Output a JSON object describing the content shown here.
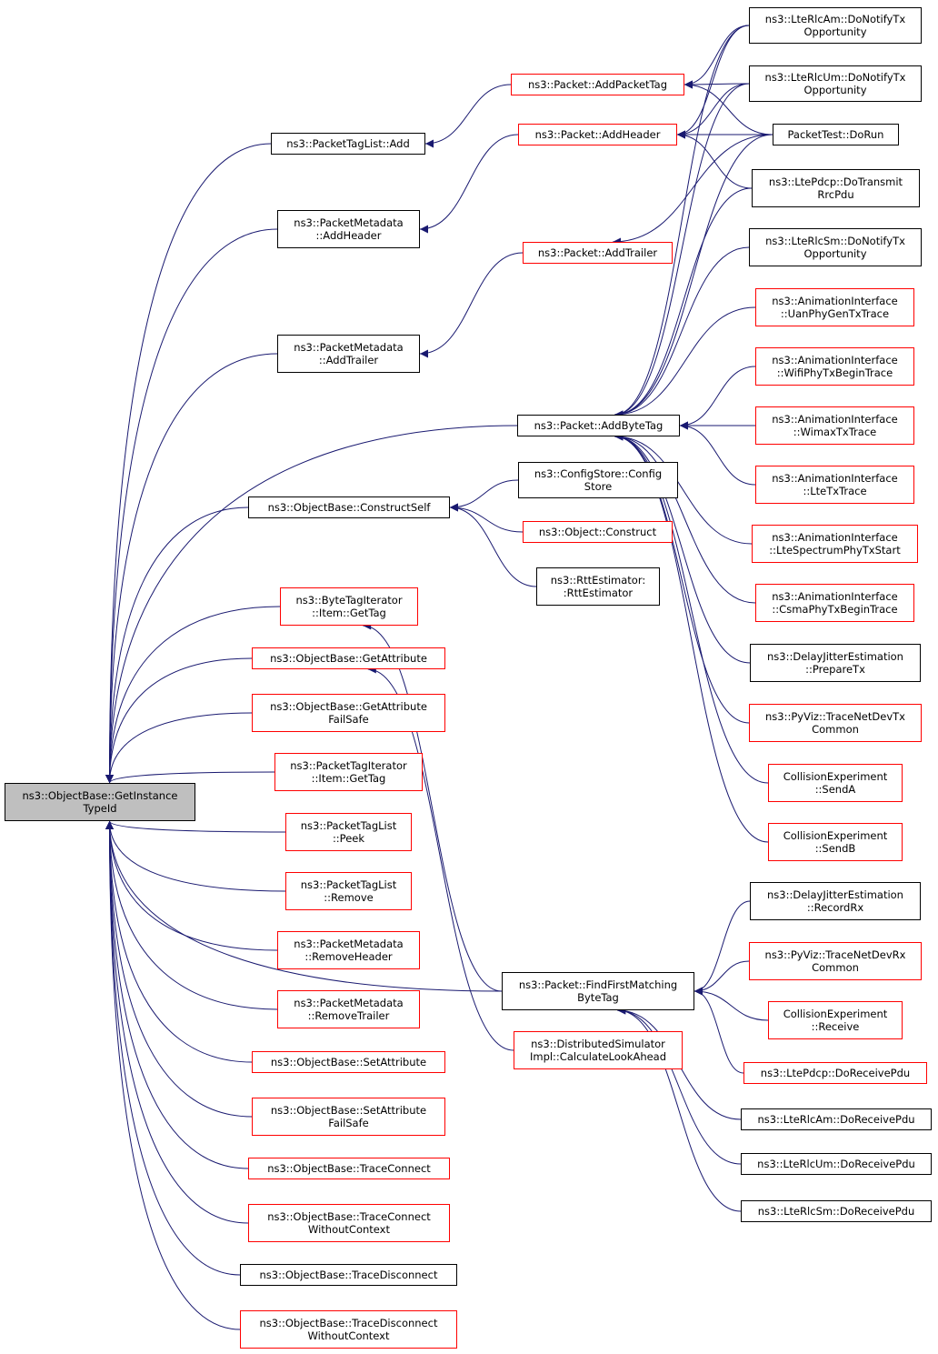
{
  "colors": {
    "edge": "#191970",
    "node_border": "#000000",
    "link_node_border": "#ff0000",
    "root_fill": "#bfbfbf"
  },
  "root": {
    "id": "root",
    "label": "ns3::ObjectBase::GetInstance\nTypeId"
  },
  "nodes": [
    {
      "id": "ptl_add",
      "label": "ns3::PacketTagList::Add",
      "style": "black"
    },
    {
      "id": "pm_addheader",
      "label": "ns3::PacketMetadata\n::AddHeader",
      "style": "black"
    },
    {
      "id": "pm_addtrailer",
      "label": "ns3::PacketMetadata\n::AddTrailer",
      "style": "black"
    },
    {
      "id": "ob_constructself",
      "label": "ns3::ObjectBase::ConstructSelf",
      "style": "black"
    },
    {
      "id": "bti_gettag",
      "label": "ns3::ByteTagIterator\n::Item::GetTag",
      "style": "red"
    },
    {
      "id": "ob_getattr",
      "label": "ns3::ObjectBase::GetAttribute",
      "style": "red"
    },
    {
      "id": "ob_getattrfs",
      "label": "ns3::ObjectBase::GetAttribute\nFailSafe",
      "style": "red"
    },
    {
      "id": "pti_gettag",
      "label": "ns3::PacketTagIterator\n::Item::GetTag",
      "style": "red"
    },
    {
      "id": "ptl_peek",
      "label": "ns3::PacketTagList\n::Peek",
      "style": "red"
    },
    {
      "id": "ptl_remove",
      "label": "ns3::PacketTagList\n::Remove",
      "style": "red"
    },
    {
      "id": "pm_removeheader",
      "label": "ns3::PacketMetadata\n::RemoveHeader",
      "style": "red"
    },
    {
      "id": "pm_removetrailer",
      "label": "ns3::PacketMetadata\n::RemoveTrailer",
      "style": "red"
    },
    {
      "id": "ob_setattr",
      "label": "ns3::ObjectBase::SetAttribute",
      "style": "red"
    },
    {
      "id": "ob_setattrfs",
      "label": "ns3::ObjectBase::SetAttribute\nFailSafe",
      "style": "red"
    },
    {
      "id": "ob_traceconnect",
      "label": "ns3::ObjectBase::TraceConnect",
      "style": "red"
    },
    {
      "id": "ob_traceconnectwc",
      "label": "ns3::ObjectBase::TraceConnect\nWithoutContext",
      "style": "red"
    },
    {
      "id": "ob_tracedisconnect",
      "label": "ns3::ObjectBase::TraceDisconnect",
      "style": "black"
    },
    {
      "id": "ob_tracedisconnectwc",
      "label": "ns3::ObjectBase::TraceDisconnect\nWithoutContext",
      "style": "red"
    },
    {
      "id": "p_addpackettag",
      "label": "ns3::Packet::AddPacketTag",
      "style": "red"
    },
    {
      "id": "p_addheader",
      "label": "ns3::Packet::AddHeader",
      "style": "red"
    },
    {
      "id": "p_addtrailer",
      "label": "ns3::Packet::AddTrailer",
      "style": "red"
    },
    {
      "id": "p_addbytetag",
      "label": "ns3::Packet::AddByteTag",
      "style": "black"
    },
    {
      "id": "cs_configstore",
      "label": "ns3::ConfigStore::Config\nStore",
      "style": "black"
    },
    {
      "id": "o_construct",
      "label": "ns3::Object::Construct",
      "style": "red"
    },
    {
      "id": "rtt_est",
      "label": "ns3::RttEstimator:\n:RttEstimator",
      "style": "black"
    },
    {
      "id": "p_ffmbt",
      "label": "ns3::Packet::FindFirstMatching\nByteTag",
      "style": "black"
    },
    {
      "id": "dsi_cla",
      "label": "ns3::DistributedSimulator\nImpl::CalculateLookAhead",
      "style": "red"
    },
    {
      "id": "lterlcam_dnto",
      "label": "ns3::LteRlcAm::DoNotifyTx\nOpportunity",
      "style": "black"
    },
    {
      "id": "lterlcum_dnto",
      "label": "ns3::LteRlcUm::DoNotifyTx\nOpportunity",
      "style": "black"
    },
    {
      "id": "packettest_dorun",
      "label": "PacketTest::DoRun",
      "style": "black"
    },
    {
      "id": "ltepdcp_dtrp",
      "label": "ns3::LtePdcp::DoTransmit\nRrcPdu",
      "style": "black"
    },
    {
      "id": "lterlcsm_dnto",
      "label": "ns3::LteRlcSm::DoNotifyTx\nOpportunity",
      "style": "black"
    },
    {
      "id": "ai_uan",
      "label": "ns3::AnimationInterface\n::UanPhyGenTxTrace",
      "style": "red"
    },
    {
      "id": "ai_wifi",
      "label": "ns3::AnimationInterface\n::WifiPhyTxBeginTrace",
      "style": "red"
    },
    {
      "id": "ai_wimax",
      "label": "ns3::AnimationInterface\n::WimaxTxTrace",
      "style": "red"
    },
    {
      "id": "ai_lte",
      "label": "ns3::AnimationInterface\n::LteTxTrace",
      "style": "red"
    },
    {
      "id": "ai_ltespec",
      "label": "ns3::AnimationInterface\n::LteSpectrumPhyTxStart",
      "style": "red"
    },
    {
      "id": "ai_csma",
      "label": "ns3::AnimationInterface\n::CsmaPhyTxBeginTrace",
      "style": "red"
    },
    {
      "id": "dje_preparetx",
      "label": "ns3::DelayJitterEstimation\n::PrepareTx",
      "style": "black"
    },
    {
      "id": "pyviz_tndtc",
      "label": "ns3::PyViz::TraceNetDevTx\nCommon",
      "style": "red"
    },
    {
      "id": "ce_senda",
      "label": "CollisionExperiment\n::SendA",
      "style": "red"
    },
    {
      "id": "ce_sendb",
      "label": "CollisionExperiment\n::SendB",
      "style": "red"
    },
    {
      "id": "dje_recordrx",
      "label": "ns3::DelayJitterEstimation\n::RecordRx",
      "style": "black"
    },
    {
      "id": "pyviz_tndrc",
      "label": "ns3::PyViz::TraceNetDevRx\nCommon",
      "style": "red"
    },
    {
      "id": "ce_receive",
      "label": "CollisionExperiment\n::Receive",
      "style": "red"
    },
    {
      "id": "ltepdcp_drp",
      "label": "ns3::LtePdcp::DoReceivePdu",
      "style": "red"
    },
    {
      "id": "lterlcam_drp",
      "label": "ns3::LteRlcAm::DoReceivePdu",
      "style": "black"
    },
    {
      "id": "lterlcum_drp",
      "label": "ns3::LteRlcUm::DoReceivePdu",
      "style": "black"
    },
    {
      "id": "lterlcsm_drp",
      "label": "ns3::LteRlcSm::DoReceivePdu",
      "style": "black"
    }
  ],
  "edges": [
    [
      "ptl_add",
      "root"
    ],
    [
      "pm_addheader",
      "root"
    ],
    [
      "pm_addtrailer",
      "root"
    ],
    [
      "ob_constructself",
      "root"
    ],
    [
      "bti_gettag",
      "root"
    ],
    [
      "ob_getattr",
      "root"
    ],
    [
      "ob_getattrfs",
      "root"
    ],
    [
      "pti_gettag",
      "root"
    ],
    [
      "ptl_peek",
      "root"
    ],
    [
      "ptl_remove",
      "root"
    ],
    [
      "pm_removeheader",
      "root"
    ],
    [
      "pm_removetrailer",
      "root"
    ],
    [
      "ob_setattr",
      "root"
    ],
    [
      "ob_setattrfs",
      "root"
    ],
    [
      "ob_traceconnect",
      "root"
    ],
    [
      "ob_traceconnectwc",
      "root"
    ],
    [
      "ob_tracedisconnect",
      "root"
    ],
    [
      "ob_tracedisconnectwc",
      "root"
    ],
    [
      "p_addbytetag",
      "root"
    ],
    [
      "p_ffmbt",
      "root"
    ],
    [
      "p_addpackettag",
      "ptl_add"
    ],
    [
      "p_addheader",
      "pm_addheader"
    ],
    [
      "p_addtrailer",
      "pm_addtrailer"
    ],
    [
      "cs_configstore",
      "ob_constructself"
    ],
    [
      "o_construct",
      "ob_constructself"
    ],
    [
      "rtt_est",
      "ob_constructself"
    ],
    [
      "p_ffmbt",
      "bti_gettag"
    ],
    [
      "dsi_cla",
      "ob_getattr"
    ],
    [
      "lterlcam_dnto",
      "p_addpackettag"
    ],
    [
      "lterlcum_dnto",
      "p_addpackettag"
    ],
    [
      "packettest_dorun",
      "p_addpackettag"
    ],
    [
      "lterlcam_dnto",
      "p_addheader"
    ],
    [
      "lterlcum_dnto",
      "p_addheader"
    ],
    [
      "packettest_dorun",
      "p_addheader"
    ],
    [
      "ltepdcp_dtrp",
      "p_addheader"
    ],
    [
      "packettest_dorun",
      "p_addtrailer"
    ],
    [
      "lterlcam_dnto",
      "p_addbytetag"
    ],
    [
      "lterlcum_dnto",
      "p_addbytetag"
    ],
    [
      "packettest_dorun",
      "p_addbytetag"
    ],
    [
      "ltepdcp_dtrp",
      "p_addbytetag"
    ],
    [
      "lterlcsm_dnto",
      "p_addbytetag"
    ],
    [
      "ai_uan",
      "p_addbytetag"
    ],
    [
      "ai_wifi",
      "p_addbytetag"
    ],
    [
      "ai_wimax",
      "p_addbytetag"
    ],
    [
      "ai_lte",
      "p_addbytetag"
    ],
    [
      "ai_ltespec",
      "p_addbytetag"
    ],
    [
      "ai_csma",
      "p_addbytetag"
    ],
    [
      "dje_preparetx",
      "p_addbytetag"
    ],
    [
      "pyviz_tndtc",
      "p_addbytetag"
    ],
    [
      "ce_senda",
      "p_addbytetag"
    ],
    [
      "ce_sendb",
      "p_addbytetag"
    ],
    [
      "dje_recordrx",
      "p_ffmbt"
    ],
    [
      "pyviz_tndrc",
      "p_ffmbt"
    ],
    [
      "ce_receive",
      "p_ffmbt"
    ],
    [
      "ltepdcp_drp",
      "p_ffmbt"
    ],
    [
      "lterlcam_drp",
      "p_ffmbt"
    ],
    [
      "lterlcum_drp",
      "p_ffmbt"
    ],
    [
      "lterlcsm_drp",
      "p_ffmbt"
    ]
  ]
}
